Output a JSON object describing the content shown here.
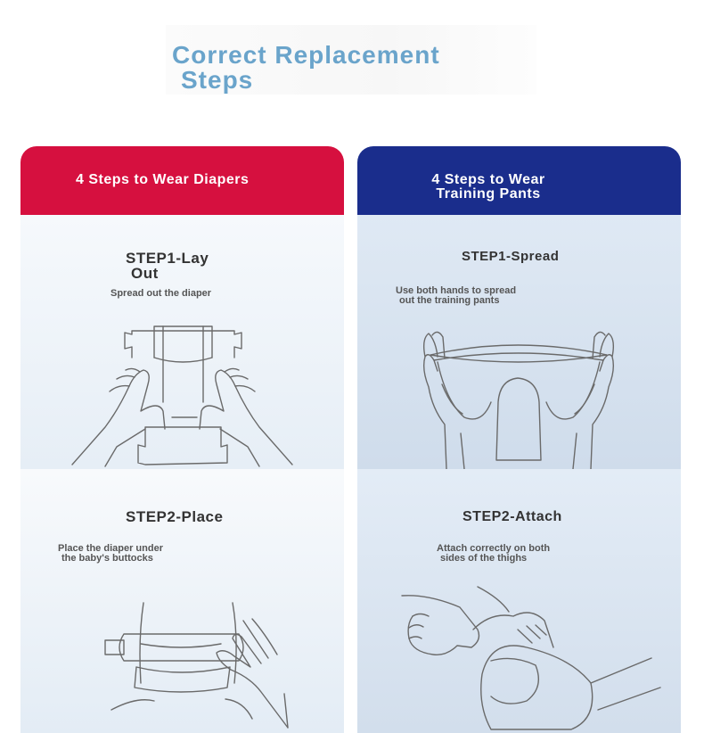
{
  "title": {
    "line1": "Correct Replacement",
    "line2": "Steps"
  },
  "left": {
    "header": "4 Steps to Wear Diapers",
    "step1": {
      "title_line1": "STEP1-Lay",
      "title_line2": "Out",
      "desc": "Spread out the diaper"
    },
    "step2": {
      "title": "STEP2-Place",
      "desc_line1": "Place the diaper under",
      "desc_line2": "the baby's buttocks"
    }
  },
  "right": {
    "header_line1": "4 Steps to Wear",
    "header_line2": "Training Pants",
    "step1": {
      "title": "STEP1-Spread",
      "desc_line1": "Use both hands to spread",
      "desc_line2": "out the training pants"
    },
    "step2": {
      "title": "STEP2-Attach",
      "desc_line1": "Attach correctly on both",
      "desc_line2": "sides of the thighs"
    }
  },
  "illustrations": {
    "left_step1": "hands-spreading-diaper-illustration",
    "left_step2": "hands-placing-diaper-illustration",
    "right_step1": "hands-spreading-pants-illustration",
    "right_step2": "pants-on-thigh-illustration"
  },
  "colors": {
    "title": "#6aa4cb",
    "left_header": "#d6103f",
    "right_header": "#1a2d8c"
  }
}
